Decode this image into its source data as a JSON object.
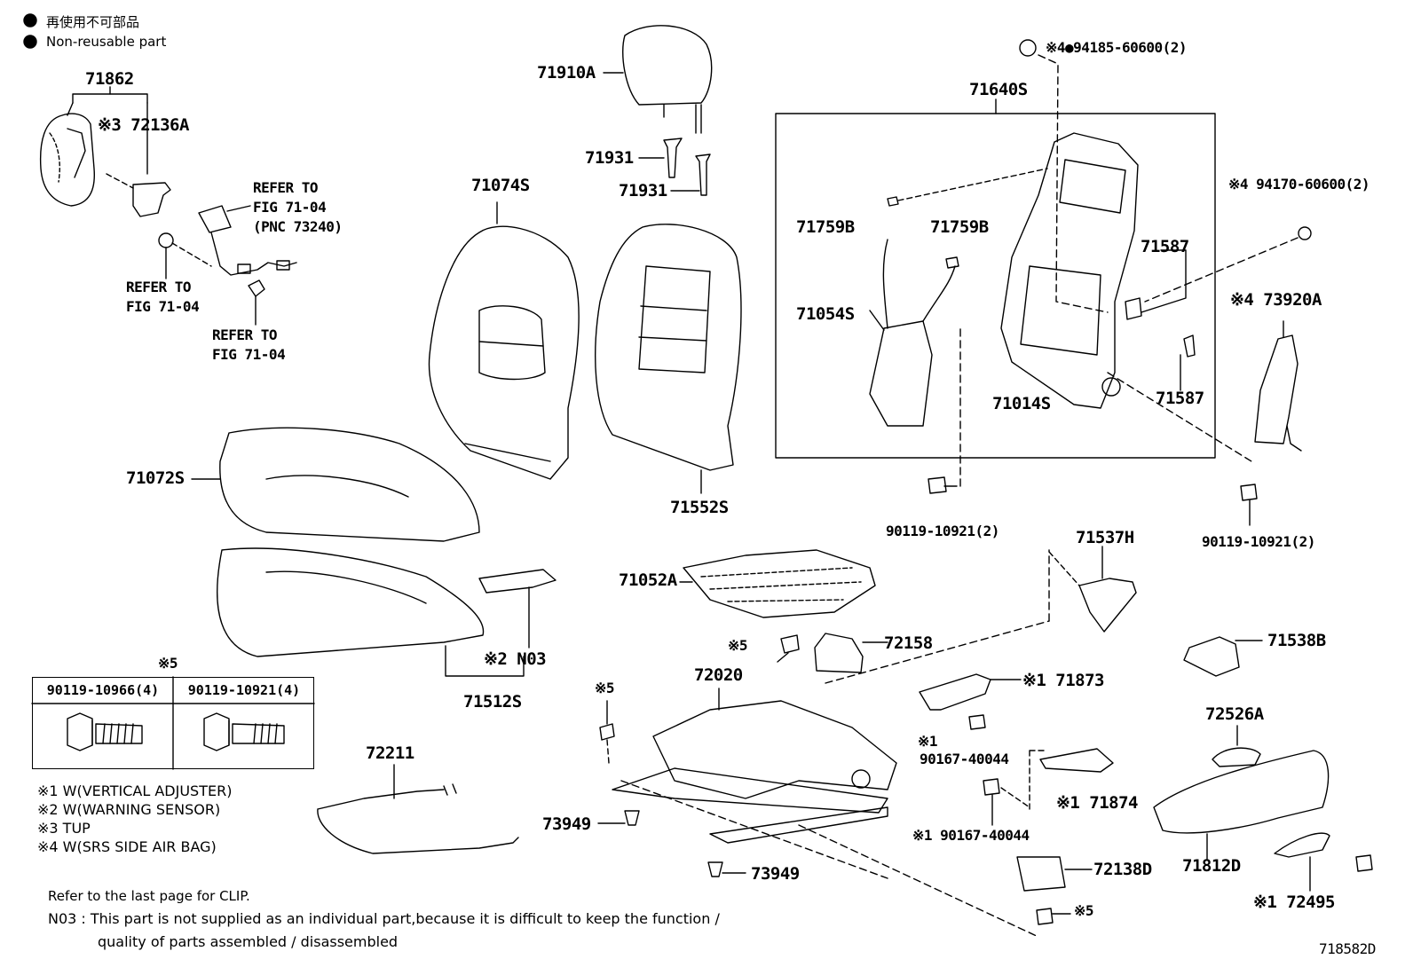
{
  "legend": {
    "japanese": "再使用不可部品",
    "english": "Non-reusable part"
  },
  "labels": {
    "p71862": "71862",
    "p72136A": "※3 72136A",
    "refer1": "REFER TO",
    "refer1b": "FIG 71-04",
    "refer1c": "(PNC 73240)",
    "refer2": "REFER TO",
    "refer2b": "FIG 71-04",
    "refer3": "REFER TO",
    "refer3b": "FIG 71-04",
    "p71910A": "71910A",
    "p71931a": "71931",
    "p71931b": "71931",
    "p71074S": "71074S",
    "p71072S": "71072S",
    "p71552S": "71552S",
    "p71512S": "71512S",
    "pN03": "※2 N03",
    "p71052A": "71052A",
    "p94185": "※4●94185-60600(2)",
    "p71640S": "71640S",
    "p71759B_a": "71759B",
    "p71759B_b": "71759B",
    "p71054S": "71054S",
    "p71014S": "71014S",
    "p71587a": "71587",
    "p71587b": "71587",
    "p94170": "※4 94170-60600(2)",
    "p73920A": "※4 73920A",
    "p90119a": "90119-10921(2)",
    "p90119b": "90119-10921(2)",
    "p71537H": "71537H",
    "p71538B": "71538B",
    "p72158": "72158",
    "p72020": "72020",
    "p71873": "※1 71873",
    "p90167a_mark": "※1",
    "p90167a": "90167-40044",
    "p90167b": "※1 90167-40044",
    "p71874": "※1 71874",
    "p72526A": "72526A",
    "p71812D": "71812D",
    "p72495": "※1 72495",
    "p72138D": "72138D",
    "p73949a": "73949",
    "p73949b": "73949",
    "p72211": "72211",
    "s5a": "※5",
    "s5b": "※5",
    "s5c": "※5",
    "s5table": "※5",
    "figure_id": "718582D"
  },
  "bolt_table": {
    "col1": "90119-10966(4)",
    "col2": "90119-10921(4)"
  },
  "footnotes": [
    "※1 W(VERTICAL ADJUSTER)",
    "※2 W(WARNING SENSOR)",
    "※3 TUP",
    "※4 W(SRS SIDE AIR BAG)"
  ],
  "notes": {
    "clip": "Refer to the last page for CLIP.",
    "n03_line1": "N03 : This part is not supplied as an individual part,because it is difficult to keep the function /",
    "n03_line2": "quality of parts assembled / disassembled"
  }
}
